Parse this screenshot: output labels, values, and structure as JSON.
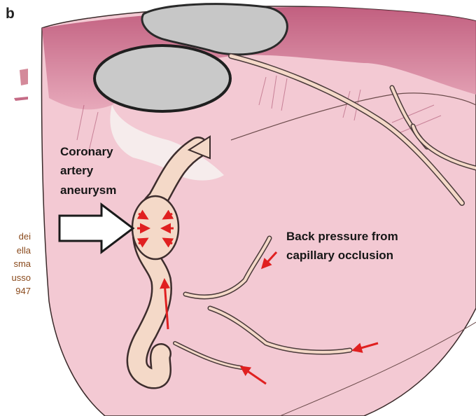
{
  "panel": {
    "letter": "b"
  },
  "side_caption": {
    "lines": [
      "dei",
      "ella",
      "sma",
      "usso",
      "947"
    ]
  },
  "labels": {
    "aneurysm_line1": "Coronary",
    "aneurysm_line2": "artery",
    "aneurysm_line3": "aneurysm",
    "pressure_line1": "Back pressure from",
    "pressure_line2": "capillary occlusion"
  },
  "colors": {
    "heart_fill": "#f3c9d3",
    "heart_dark": "#c56b86",
    "vessel_fill": "#f4d9c8",
    "vessel_stroke": "#4a3a3a",
    "aorta_fill": "#c7c7c7",
    "arrow_red": "#e02020",
    "side_text": "#8a4a1c"
  }
}
